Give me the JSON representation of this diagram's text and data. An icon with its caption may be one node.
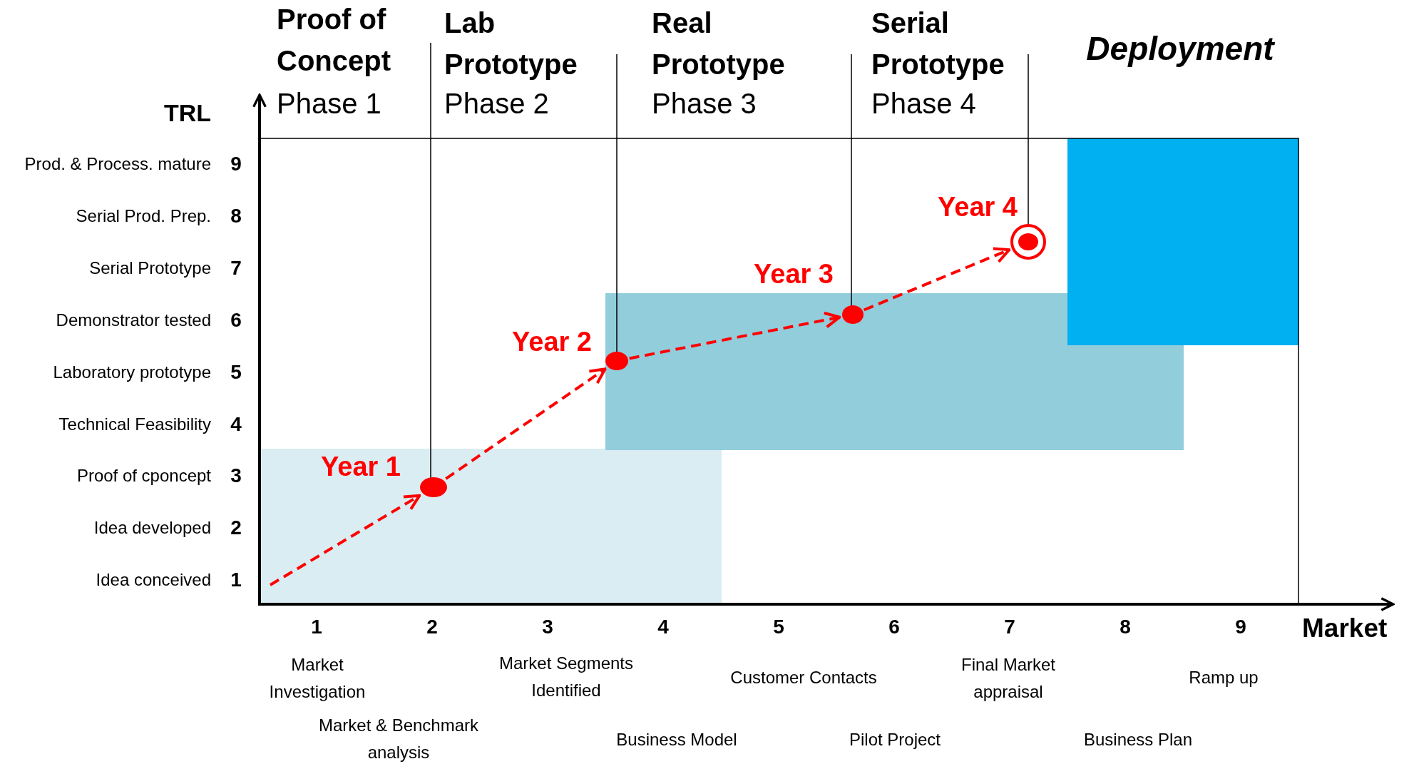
{
  "diagram": {
    "nodes": [
      {
        "text": [],
        "shape": "circle",
        "beside": [
          "Year 1"
        ]
      },
      {
        "text": [],
        "shape": "circle",
        "beside": [
          "Year 2"
        ]
      },
      {
        "text": [],
        "shape": "circle",
        "beside": [
          "Year 3"
        ]
      },
      {
        "text": [],
        "shape": "circle",
        "beside": [
          "Year 4"
        ]
      }
    ],
    "edges": [
      {
        "from": null,
        "to": 0,
        "arrow": "to",
        "style": "dashed",
        "color": "#ff0000"
      },
      {
        "from": 0,
        "to": 1,
        "arrow": "to",
        "style": "dashed",
        "color": "#ff0000"
      },
      {
        "from": 1,
        "to": 2,
        "arrow": "to",
        "style": "dashed",
        "color": "#ff0000"
      },
      {
        "from": 2,
        "to": 3,
        "arrow": "to",
        "style": "dashed",
        "color": "#ff0000"
      }
    ],
    "labels": [
      "Proof of Concept",
      "Phase 1",
      "Lab Prototype",
      "Phase 2",
      "Real Prototype",
      "Phase 3",
      "Serial Prototype",
      "Phase 4",
      "Deployment",
      "TRL",
      "Prod. & Process. mature",
      "9",
      "Serial Prod. Prep.",
      "8",
      "Serial Prototype",
      "7",
      "Demonstrator tested",
      "6",
      "Laboratory prototype",
      "5",
      "Technical Feasibility",
      "4",
      "Proof of cponcept",
      "3",
      "Idea developed",
      "2",
      "Idea conceived",
      "1",
      "1",
      "2",
      "3",
      "4",
      "5",
      "6",
      "7",
      "8",
      "9",
      "Market",
      "Market Investigation",
      "Market & Benchmark analysis",
      "Market Segments Identified",
      "Business Model",
      "Customer Contacts",
      "Pilot Project",
      "Final Market appraisal",
      "Business Plan",
      "Ramp up"
    ]
  }
}
